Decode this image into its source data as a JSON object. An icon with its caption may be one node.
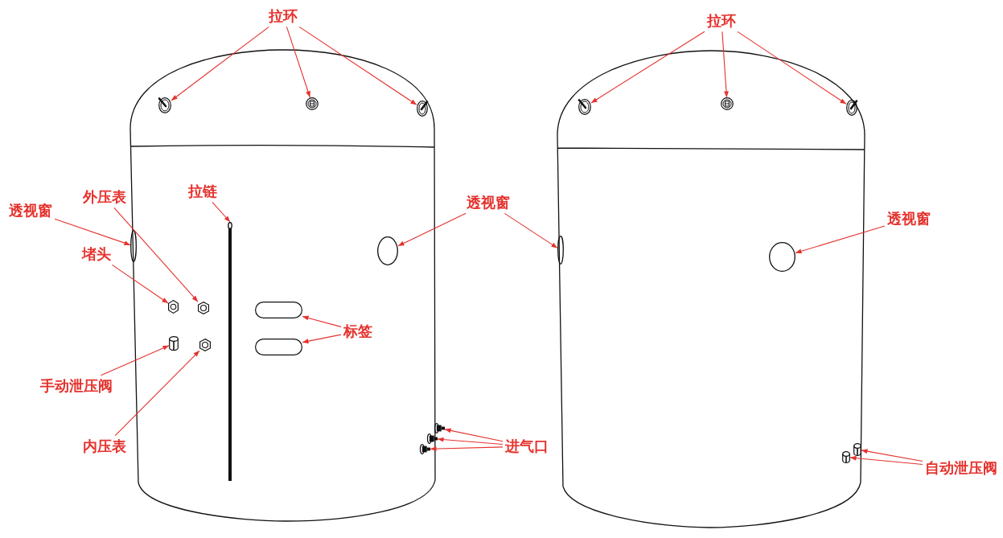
{
  "diagram": {
    "nodes": [
      {
        "text": [
          "拉环"
        ]
      },
      {
        "text": [],
        "shape": "circle"
      },
      {
        "text": [],
        "shape": "circle"
      },
      {
        "text": [],
        "shape": "circle"
      },
      {
        "text": [
          "拉环"
        ]
      },
      {
        "text": [],
        "shape": "circle"
      },
      {
        "text": [],
        "shape": "circle"
      },
      {
        "text": [],
        "shape": "circle"
      },
      {
        "text": [
          "外压表"
        ]
      },
      {
        "text": [],
        "shape": "hexagon"
      },
      {
        "text": [
          "拉链"
        ]
      },
      {
        "text": [],
        "shape": "bar"
      },
      {
        "text": [
          "透视窗"
        ]
      },
      {
        "text": [],
        "shape": "ellipse"
      },
      {
        "text": [
          "透视窗"
        ]
      },
      {
        "text": [],
        "shape": "ellipse"
      },
      {
        "text": [],
        "shape": "ellipse"
      },
      {
        "text": [
          "透视窗"
        ]
      },
      {
        "text": [],
        "shape": "ellipse"
      },
      {
        "text": [
          "堵头"
        ]
      },
      {
        "text": [],
        "shape": "hexagon"
      },
      {
        "text": [
          "标签"
        ]
      },
      {
        "text": [],
        "shape": "box"
      },
      {
        "text": [],
        "shape": "box"
      },
      {
        "text": [
          "手动泄压阀"
        ]
      },
      {
        "text": [],
        "shape": "cylinder"
      },
      {
        "text": [
          "内压表"
        ]
      },
      {
        "text": [],
        "shape": "hexagon"
      },
      {
        "text": [
          "进气口"
        ]
      },
      {
        "text": [],
        "shape": "picture"
      },
      {
        "text": [],
        "shape": "picture"
      },
      {
        "text": [],
        "shape": "picture"
      },
      {
        "text": [
          "自动泄压阀"
        ]
      },
      {
        "text": [],
        "shape": "cylinder"
      },
      {
        "text": [],
        "shape": "cylinder"
      }
    ],
    "edges": [
      {
        "from": 0,
        "to": 1,
        "arrow": "to"
      },
      {
        "from": 0,
        "to": 2,
        "arrow": "to"
      },
      {
        "from": 0,
        "to": 3,
        "arrow": "to"
      },
      {
        "from": 4,
        "to": 5,
        "arrow": "to"
      },
      {
        "from": 4,
        "to": 6,
        "arrow": "to"
      },
      {
        "from": 4,
        "to": 7,
        "arrow": "to"
      },
      {
        "from": 8,
        "to": 9,
        "arrow": "to"
      },
      {
        "from": 10,
        "to": 11,
        "arrow": "to"
      },
      {
        "from": 12,
        "to": 13,
        "arrow": "to"
      },
      {
        "from": 14,
        "to": 15,
        "arrow": "to"
      },
      {
        "from": 14,
        "to": 16,
        "arrow": "to"
      },
      {
        "from": 17,
        "to": 18,
        "arrow": "to"
      },
      {
        "from": 19,
        "to": 20,
        "arrow": "to"
      },
      {
        "from": 21,
        "to": 22,
        "arrow": "to"
      },
      {
        "from": 21,
        "to": 23,
        "arrow": "to"
      },
      {
        "from": 24,
        "to": 25,
        "arrow": "to"
      },
      {
        "from": 26,
        "to": 27,
        "arrow": "to"
      },
      {
        "from": 28,
        "to": 29,
        "arrow": "to"
      },
      {
        "from": 28,
        "to": 30,
        "arrow": "to"
      },
      {
        "from": 28,
        "to": 31,
        "arrow": "to"
      },
      {
        "from": 32,
        "to": 33,
        "arrow": "to"
      },
      {
        "from": 32,
        "to": 34,
        "arrow": "to"
      }
    ]
  }
}
